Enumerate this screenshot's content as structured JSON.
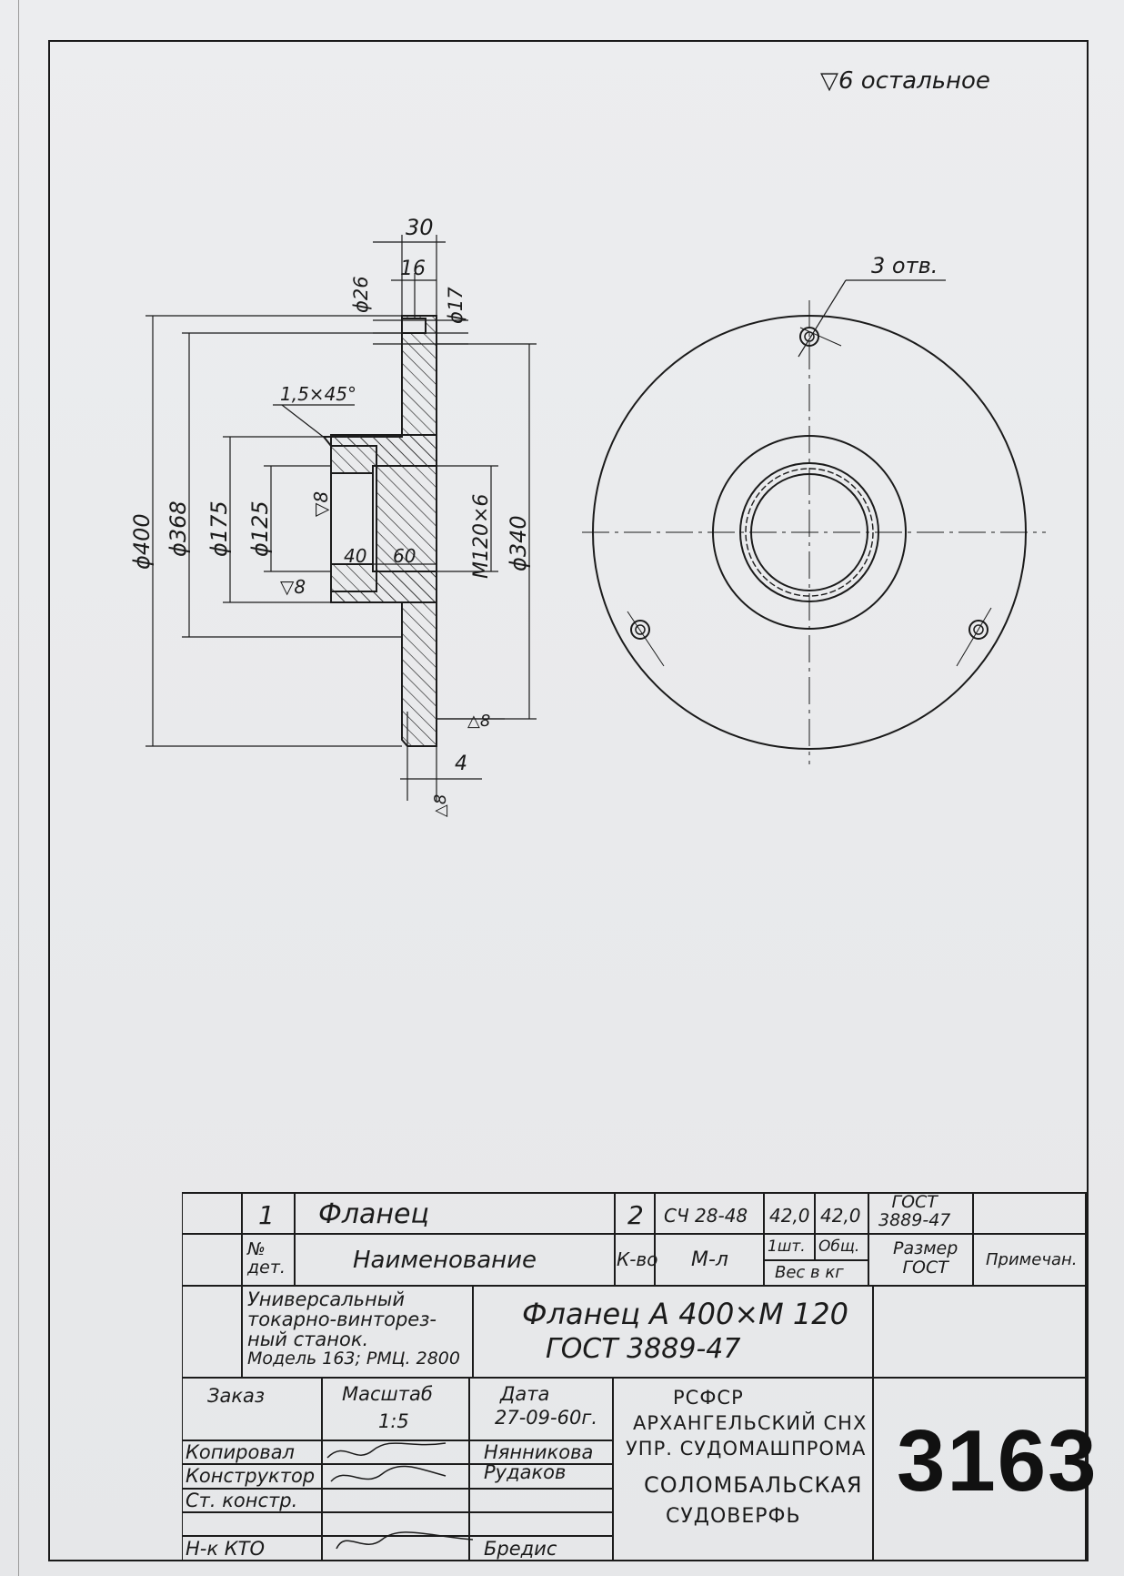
{
  "surface_note": "▽6 остальное",
  "holes_note": "3 отв.",
  "dimensions": {
    "width_30": "30",
    "width_16": "16",
    "dia_26": "ϕ26",
    "dia_17": "ϕ17",
    "chamfer": "1,5×45°",
    "dia_400": "ϕ400",
    "dia_368": "ϕ368",
    "dia_175": "ϕ175",
    "dia_125": "ϕ125",
    "rough_8_a": "▽8",
    "rough_8_b": "▽8",
    "len_40": "40",
    "len_60": "60",
    "thread": "M120×6",
    "dia_340": "ϕ340",
    "rough_8_c": "△8",
    "len_4": "4",
    "rough_8_d": "△8"
  },
  "spec_table": {
    "item_no": "1",
    "item_name": "Фланец",
    "qty": "2",
    "material": "СЧ 28-48",
    "weight_one": "42,0",
    "weight_total": "42,0",
    "size_gost": "ГОСТ\n3889-47",
    "hdr_no": "№\nдет.",
    "hdr_name": "Наименование",
    "hdr_qty": "К-во",
    "hdr_material": "М-л",
    "hdr_one": "1шт.",
    "hdr_total": "Общ.",
    "hdr_weight": "Вес в кг",
    "hdr_size": "Размер\nГОСТ",
    "hdr_note": "Примечан."
  },
  "machine": {
    "line1": "Универсальный",
    "line2": "токарно-винторез-",
    "line3": "ный станок.",
    "line4": "Модель 163; РМЦ. 2800"
  },
  "part_title": {
    "line1": "Фланец  А 400×М 120",
    "line2": "ГОСТ   3889-47"
  },
  "order": {
    "order_label": "Заказ",
    "scale_label": "Масштаб",
    "scale_value": "1:5",
    "date_label": "Дата",
    "date_value": "27-09-60г."
  },
  "signatures": {
    "copied_label": "Копировал",
    "copied_name": "Нянникова",
    "designer_label": "Конструктор",
    "designer_name": "Рудаков",
    "senior_label": "Ст. констр.",
    "control_label": "Н-к КТО",
    "control_name": "Бредис"
  },
  "organization": {
    "line1": "РСФСР",
    "line2": "АРХАНГЕЛЬСКИЙ СНХ",
    "line3": "УПР. СУДОМАШПРОМА",
    "line4": "СОЛОМБАЛЬСКАЯ",
    "line5": "СУДОВЕРФЬ"
  },
  "drawing_number": "3163"
}
